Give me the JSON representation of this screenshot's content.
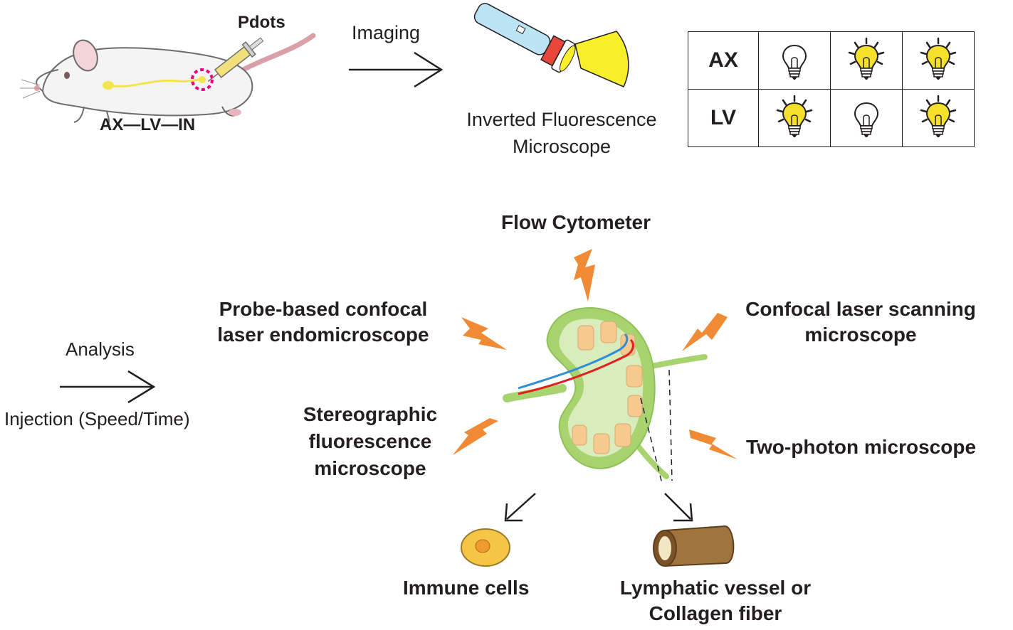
{
  "mouse": {
    "pdots_label": "Pdots",
    "node_chain_label": "AX—LV—IN"
  },
  "imaging": {
    "arrow_label": "Imaging",
    "instrument_line1": "Inverted Fluorescence",
    "instrument_line2": "Microscope"
  },
  "table": {
    "rows": [
      {
        "label": "AX",
        "bulbs": [
          "off",
          "on",
          "on"
        ]
      },
      {
        "label": "LV",
        "bulbs": [
          "on",
          "off",
          "on"
        ]
      }
    ],
    "colors": {
      "bulb_on": "#f5e12b",
      "bulb_off": "#ffffff",
      "rays": "#231f20"
    }
  },
  "analysis": {
    "arrow_label_top": "Analysis",
    "arrow_label_bottom": "Injection (Speed/Time)"
  },
  "methods": {
    "flow_cytometer": "Flow Cytometer",
    "pcle_line1": "Probe-based confocal",
    "pcle_line2": "laser endomicroscope",
    "clsm_line1": "Confocal laser scanning",
    "clsm_line2": "microscope",
    "stereo_line1": "Stereographic",
    "stereo_line2": "fluorescence",
    "stereo_line3": "microscope",
    "two_photon": "Two-photon microscope"
  },
  "targets": {
    "immune_cells": "Immune cells",
    "vessel_line1": "Lymphatic vessel or",
    "vessel_line2": "Collagen fiber"
  },
  "colors": {
    "lightning": "#f08a35",
    "node_outer": "#a8d46f",
    "node_inner": "#d9ecbb",
    "follicle": "#f6c98f",
    "blood_red": "#e0201b",
    "lymph_blue": "#2e8fd6",
    "vessel_brown": "#a0743d",
    "cell_yellow": "#f5c645"
  }
}
